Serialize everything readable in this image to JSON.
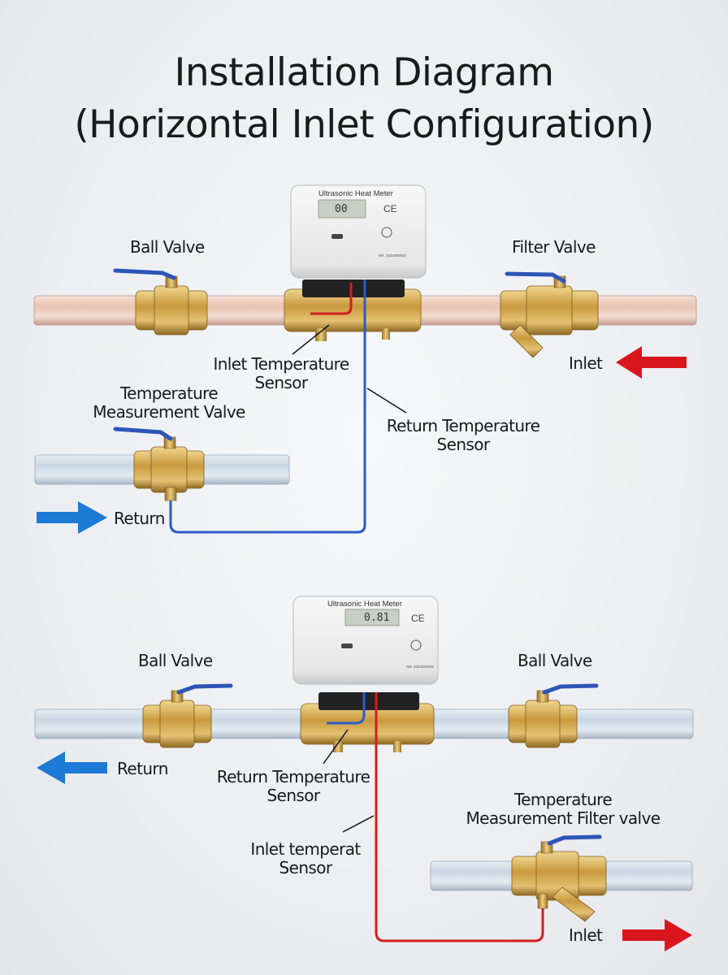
{
  "title_line1": "Installation Diagram",
  "title_line2": "(Horizontal Inlet Configuration)",
  "top": {
    "ball_valve": "Ball Valve",
    "filter_valve": "Filter Valve",
    "inlet": "Inlet",
    "inlet_sensor_l1": "Inlet Temperature",
    "inlet_sensor_l2": "Sensor",
    "return_sensor_l1": "Return Temperature",
    "return_sensor_l2": "Sensor",
    "temp_valve_l1": "Temperature",
    "temp_valve_l2": "Measurement Valve",
    "return": "Return",
    "meter": {
      "name": "Ultrasonic Heat Meter",
      "display": "00",
      "ce": "CE",
      "serial": "NR. 2024000002"
    }
  },
  "bottom": {
    "ball_valve_left": "Ball Valve",
    "ball_valve_right": "Ball Valve",
    "return": "Return",
    "return_sensor_l1": "Return Temperature",
    "return_sensor_l2": "Sensor",
    "temp_filter_l1": "Temperature",
    "temp_filter_l2": "Measurement Filter valve",
    "inlet_sensor_l1": "Inlet temperat",
    "inlet_sensor_l2": "Sensor",
    "inlet": "Inlet",
    "meter": {
      "name": "Ultrasonic Heat Meter",
      "display": "0.81",
      "ce": "CE",
      "serial": "NR. 2024000002"
    }
  },
  "colors": {
    "brass": "#c9a24a",
    "hot_pipe": "#e9c8b8",
    "cold_pipe": "#cfdbe6",
    "red_arrow": "#d9161e",
    "blue_arrow": "#1d7ad6",
    "red_wire": "#d11f1f",
    "blue_wire": "#2a5cc8",
    "handle": "#2d55b8"
  }
}
